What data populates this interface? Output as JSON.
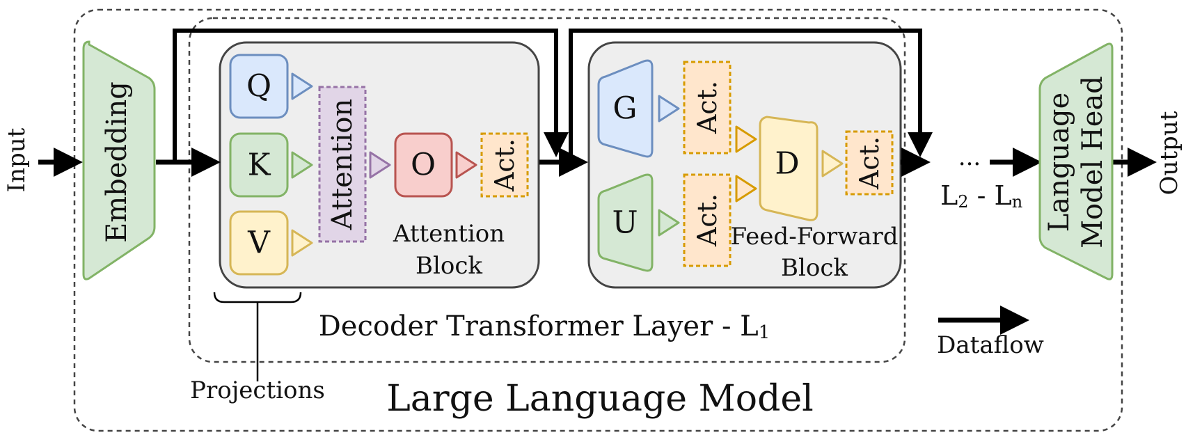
{
  "input_label": "Input",
  "output_label": "Output",
  "embedding_label": "Embedding",
  "lm_head_label_1": "Language",
  "lm_head_label_2": "Model Head",
  "attention_block": {
    "q": "Q",
    "k": "K",
    "v": "V",
    "attention": "Attention",
    "o": "O",
    "act": "Act.",
    "title_1": "Attention",
    "title_2": "Block"
  },
  "ff_block": {
    "g": "G",
    "u": "U",
    "d": "D",
    "act": "Act.",
    "title_1": "Feed-Forward",
    "title_2": "Block"
  },
  "layers_main": "L",
  "layers_sub1": "2",
  "layers_sep": " - L",
  "layers_sub2": "n",
  "ellipsis": "...",
  "decoder_label_main": "Decoder Transformer Layer - L",
  "decoder_label_sub": "1",
  "projections_label": "Projections",
  "dataflow_label": "Dataflow",
  "llm_label": "Large Language Model",
  "colors": {
    "blue_fill": "#dae8fc",
    "blue_stroke": "#6c8ebf",
    "green_fill": "#d5e8d4",
    "green_stroke": "#82b366",
    "yellow_fill": "#fff2cc",
    "yellow_stroke": "#d6b656",
    "red_fill": "#f8cecc",
    "red_stroke": "#b85450",
    "purple_fill": "#e1d5e7",
    "purple_stroke": "#9673a6",
    "orange_fill": "#ffe6cc",
    "orange_stroke": "#d79b00",
    "block_fill": "#eeeeee",
    "block_stroke": "#444444"
  }
}
